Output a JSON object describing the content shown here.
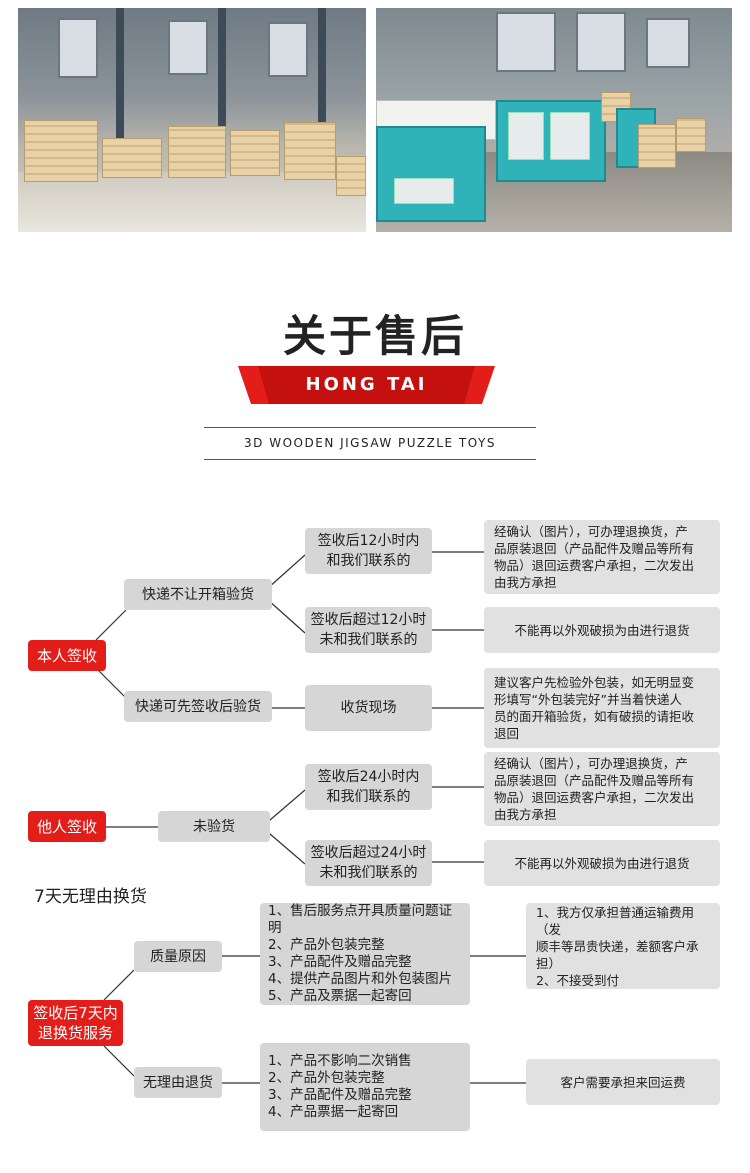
{
  "title": "关于售后",
  "banner": "HONG TAI",
  "subtitle": "3D WOODEN JIGSAW PUZZLE TOYS",
  "colors": {
    "accent_red": "#e31d1a",
    "box_gray": "#d6d6d6",
    "box_light": "#e1e1e1",
    "line": "#333333"
  },
  "self_sign": {
    "root": "本人签收",
    "branch_a": {
      "label": "快递不让开箱验货",
      "case1": "签收后12小时内\n和我们联系的",
      "case1_result": "经确认（图片），可办理退换货，产\n品原装退回（产品配件及赠品等所有\n物品）退回运费客户承担，二次发出\n由我方承担",
      "case2": "签收后超过12小时\n未和我们联系的",
      "case2_result": "不能再以外观破损为由进行退货"
    },
    "branch_b": {
      "label": "快递可先签收后验货",
      "case": "收货现场",
      "case_result": "建议客户先检验外包装，如无明显变\n形填写“外包装完好”并当着快递人\n员的面开箱验货，如有破损的请拒收\n退回"
    }
  },
  "other_sign": {
    "root": "他人签收",
    "branch": "未验货",
    "case1": "签收后24小时内\n和我们联系的",
    "case1_result": "经确认（图片），可办理退换货，产\n品原装退回（产品配件及赠品等所有\n物品）退回运费客户承担，二次发出\n由我方承担",
    "case2": "签收后超过24小时\n未和我们联系的",
    "case2_result": "不能再以外观破损为由进行退货"
  },
  "seven_day": {
    "heading": "7天无理由换货",
    "root": "签收后7天内\n退换货服务",
    "quality": {
      "label": "质量原因",
      "requirements": "1、售后服务点开具质量问题证明\n2、产品外包装完整\n3、产品配件及赠品完整\n4、提供产品图片和外包装图片\n5、产品及票据一起寄回",
      "result": "1、我方仅承担普通运输费用（发\n顺丰等昂贵快递，差额客户承担）\n2、不接受到付"
    },
    "no_reason": {
      "label": "无理由退货",
      "requirements": "1、产品不影响二次销售\n2、产品外包装完整\n3、产品配件及赠品完整\n4、产品票据一起寄回",
      "result": "客户需要承担来回运费"
    }
  }
}
